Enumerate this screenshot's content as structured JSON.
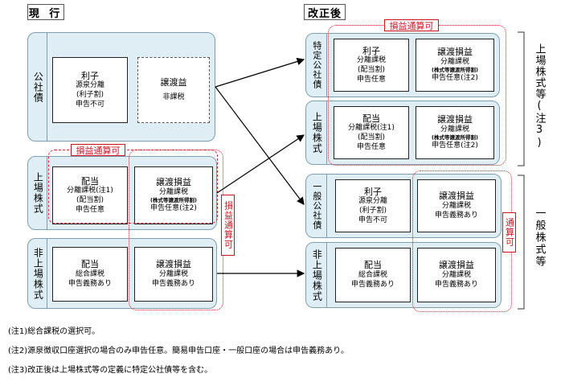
{
  "headers": {
    "current": "現 行",
    "revised": "改正後"
  },
  "current": {
    "public_bonds": {
      "label": "公社債",
      "interest": {
        "title": "利子",
        "lines": [
          "源泉分離",
          "(利子割)",
          "申告不可"
        ]
      },
      "transfer": {
        "title": "譲渡益",
        "lines": [
          "非課税"
        ]
      }
    },
    "listed": {
      "label": "上場株式",
      "dividend": {
        "title": "配当",
        "lines": [
          "分離課税(注1)",
          "(配当割)",
          "申告任意"
        ]
      },
      "transfer": {
        "title": "譲渡損益",
        "lines": [
          "分離課税"
        ],
        "small": "(株式等譲渡所得割)",
        "last": "申告任意(注2)"
      }
    },
    "unlisted": {
      "label": "非上場株式",
      "dividend": {
        "title": "配当",
        "lines": [
          "総合課税",
          "申告義務あり"
        ]
      },
      "transfer": {
        "title": "譲渡損益",
        "lines": [
          "分離課税",
          "申告義務あり"
        ]
      }
    },
    "tag_horizontal": "損益通算可",
    "tag_vertical": "損益通算可"
  },
  "revised": {
    "specified": {
      "label": "特定公社債",
      "interest": {
        "title": "利子",
        "lines": [
          "分離課税",
          "(配当割)",
          "申告任意"
        ]
      },
      "transfer": {
        "title": "譲渡損益",
        "lines": [
          "分離課税"
        ],
        "small": "(株式等譲渡所得割)",
        "last": "申告任意(注2)"
      }
    },
    "listed": {
      "label": "上場株式",
      "dividend": {
        "title": "配当",
        "lines": [
          "分離課税(注1)",
          "(配当割)",
          "申告任意"
        ]
      },
      "transfer": {
        "title": "譲渡損益",
        "lines": [
          "分離課税"
        ],
        "small": "(株式等譲渡所得割)",
        "last": "申告任意(注2)"
      }
    },
    "general": {
      "label": "一般公社債",
      "interest": {
        "title": "利子",
        "lines": [
          "源泉分離",
          "(利子割)",
          "申告不可"
        ]
      },
      "transfer": {
        "title": "譲渡損益",
        "lines": [
          "分離課税",
          "申告義務あり"
        ]
      }
    },
    "unlisted": {
      "label": "非上場株式",
      "dividend": {
        "title": "配当",
        "lines": [
          "総合課税",
          "申告義務あり"
        ]
      },
      "transfer": {
        "title": "譲渡損益",
        "lines": [
          "分離課税",
          "申告義務あり"
        ]
      }
    },
    "tag_horizontal": "損益通算可",
    "tag_vertical": "通算可",
    "group_listed": "上場株式等(注3)",
    "group_general": "一般株式等"
  },
  "notes": [
    "(注1)総合課税の選択可。",
    "(注2)源泉徴収口座選択の場合のみ申告任意。簡易申告口座・一般口座の場合は申告義務あり。",
    "(注3)改正後は上場株式等の定義に特定公社債等を含む。"
  ]
}
